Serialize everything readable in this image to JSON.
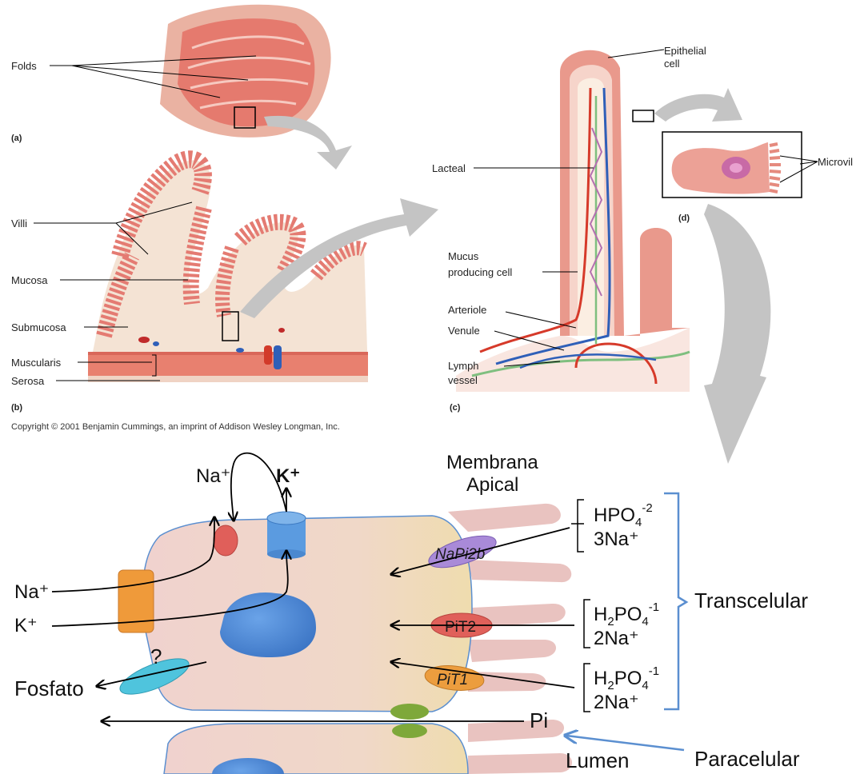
{
  "anatomy": {
    "panel_a": {
      "tag": "(a)",
      "label_folds": "Folds"
    },
    "panel_b": {
      "tag": "(b)",
      "label_villi": "Villi",
      "label_mucosa": "Mucosa",
      "label_submucosa": "Submucosa",
      "label_muscularis": "Muscularis",
      "label_serosa": "Serosa"
    },
    "panel_c": {
      "tag": "(c)",
      "label_epithelial_line1": "Epithelial",
      "label_epithelial_line2": "cell",
      "label_lacteal": "Lacteal",
      "label_mucus_line1": "Mucus",
      "label_mucus_line2": "producing cell",
      "label_arteriole": "Arteriole",
      "label_venule": "Venule",
      "label_lymph_line1": "Lymph",
      "label_lymph_line2": "vessel"
    },
    "panel_d": {
      "tag": "(d)",
      "label_microvilli": "Microvil"
    },
    "copyright": "Copyright © 2001 Benjamin Cummings, an imprint of Addison Wesley Longman, Inc."
  },
  "transport": {
    "membrane_line1": "Membrana",
    "membrane_line2": "Apical",
    "na_top": "Na⁺",
    "k_top": "K⁺",
    "na_left": "Na⁺",
    "k_left": "K⁺",
    "unknown_transporter": "?",
    "fosfato": "Fosfato",
    "pi": "Pi",
    "lumen": "Lumen",
    "napi2b": "NaPi2b",
    "pit2": "PiT2",
    "pit1": "PiT1",
    "sub_napi2b": {
      "base": "HPO",
      "sub": "4",
      "sup": "-2",
      "ion": "3Na⁺"
    },
    "sub_pit2": {
      "base1": "H",
      "sub1": "2",
      "base2": "PO",
      "sub2": "4",
      "sup": "-1",
      "ion": "2Na⁺"
    },
    "sub_pit1": {
      "base1": "H",
      "sub1": "2",
      "base2": "PO",
      "sub2": "4",
      "sup": "-1",
      "ion": "2Na⁺"
    },
    "transcelular": "Transcelular",
    "paracelular": "Paracelular"
  },
  "colors": {
    "villus_pink": "#e8928a",
    "villus_light": "#f4c7bd",
    "cell_body": "#f0d7cc",
    "cell_apical": "#efdcb4",
    "nucleus": "#4a86d4",
    "napi2b": "#a98ad8",
    "pit2": "#e0605a",
    "pit1": "#ec9d3e",
    "channel": "#5b9be0",
    "pump": "#ef9a3a",
    "unknown": "#4fc4dd",
    "junction": "#7ea83a",
    "bracket": "#5b8fd0",
    "grey_arrow": "#c4c4c4",
    "artery": "#d63a2a",
    "vein": "#2f5fb8",
    "lymph": "#7fbf7f"
  }
}
